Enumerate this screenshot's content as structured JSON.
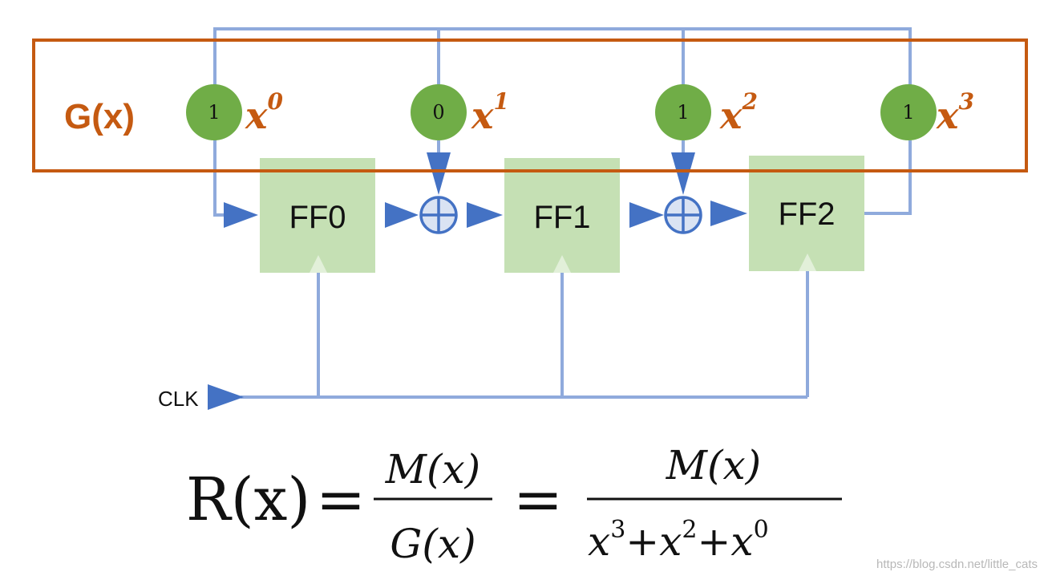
{
  "polynomial_label": "G(x)",
  "taps": [
    {
      "coefficient": "1",
      "base": "x",
      "exponent": "0"
    },
    {
      "coefficient": "0",
      "base": "x",
      "exponent": "1"
    },
    {
      "coefficient": "1",
      "base": "x",
      "exponent": "2"
    },
    {
      "coefficient": "1",
      "base": "x",
      "exponent": "3"
    }
  ],
  "flip_flops": [
    "FF0",
    "FF1",
    "FF2"
  ],
  "clock_label": "CLK",
  "formula": {
    "lhs": "R(x)",
    "numerator": "M(x)",
    "denominator": "G(x)",
    "numerator2": "M(x)",
    "denominator_terms": [
      {
        "base": "x",
        "exponent": "3"
      },
      {
        "base": "x",
        "exponent": "2"
      },
      {
        "base": "x",
        "exponent": "0"
      }
    ]
  },
  "watermark": "https://blog.csdn.net/little_cats",
  "colors": {
    "orange": "#c55a11",
    "green_circle": "#70ad47",
    "ff_fill": "#c5e0b4",
    "line": "#8faadc",
    "arrow": "#4472c4"
  }
}
